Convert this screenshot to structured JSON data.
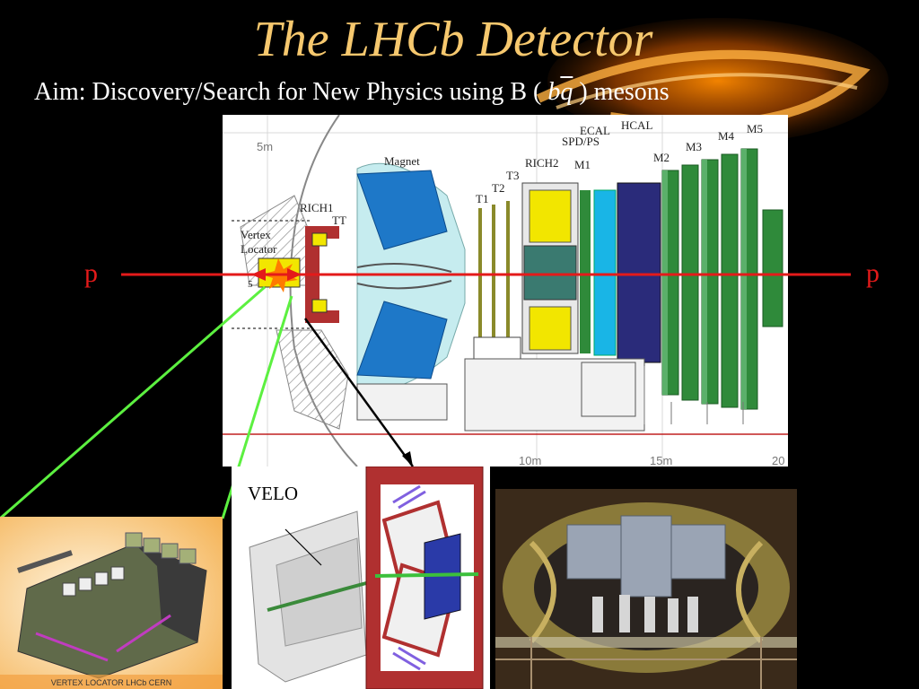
{
  "slide": {
    "title": "The LHCb Detector",
    "subtitle_prefix": "Aim: Discovery/Search for New Physics using B (",
    "subtitle_b": "b",
    "subtitle_q": "q",
    "subtitle_suffix": ") mesons",
    "proton_left": "p",
    "proton_right": "p"
  },
  "detector": {
    "scale_5m": "5m",
    "scale_10m": "10m",
    "scale_15m": "15m",
    "scale_20": "20",
    "scale_5": "5",
    "labels": {
      "vertex_locator_line1": "Vertex",
      "vertex_locator_line2": "Locator",
      "rich1": "RICH1",
      "tt": "TT",
      "magnet": "Magnet",
      "t1": "T1",
      "t2": "T2",
      "t3": "T3",
      "rich2": "RICH2",
      "spd_ps": "SPD/PS",
      "ecal": "ECAL",
      "hcal": "HCAL",
      "m1": "M1",
      "m2": "M2",
      "m3": "M3",
      "m4": "M4",
      "m5": "M5"
    }
  },
  "velo_label": "VELO",
  "velo_photo_caption": "VERTEX LOCATOR LHCb CERN",
  "colors": {
    "title": "#f6c86e",
    "beam": "#e41a1a",
    "connector_green": "#5cf040",
    "magnet_blue": "#1e78c8",
    "muon_green": "#2f8a3a",
    "hcal_navy": "#2a2b7a",
    "ecal_cyan": "#19b5e6",
    "rich_yellow": "#f2e600"
  }
}
